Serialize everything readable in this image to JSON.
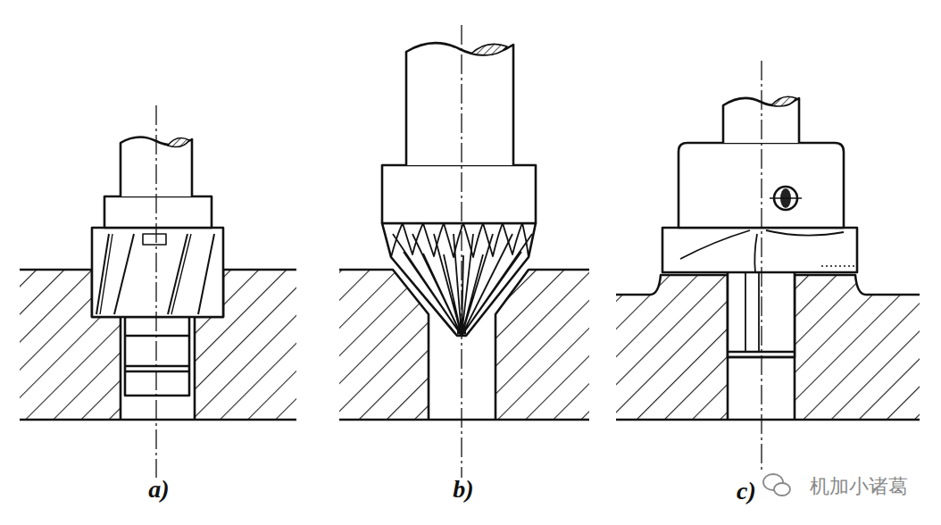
{
  "diagram": {
    "labels": [
      "a)",
      "b)",
      "c)",
      "机加小诸葛"
    ]
  }
}
